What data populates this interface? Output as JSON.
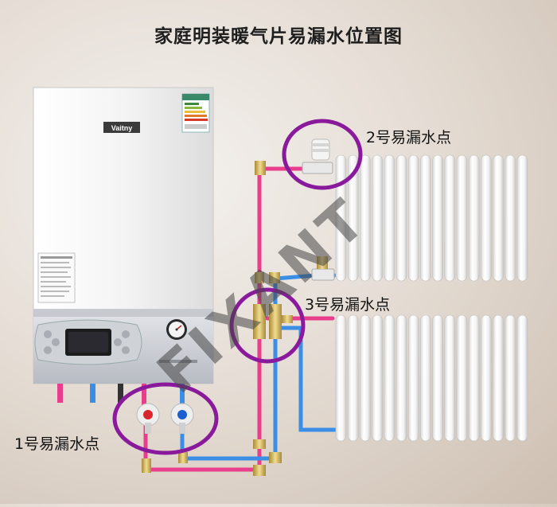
{
  "title": "家庭明装暖气片易漏水位置图",
  "leak_points": {
    "point_1": "1号易漏水点",
    "point_2": "2号易漏水点",
    "point_3": "3号易漏水点"
  },
  "boiler": {
    "brand_logo": "Vaitny",
    "energy_label": "能效标识"
  },
  "watermark": "FIXANT",
  "colors": {
    "hot_pipe": "#e83e8c",
    "cold_pipe": "#3a8ee6",
    "highlight_circle": "#8a1a9c"
  }
}
